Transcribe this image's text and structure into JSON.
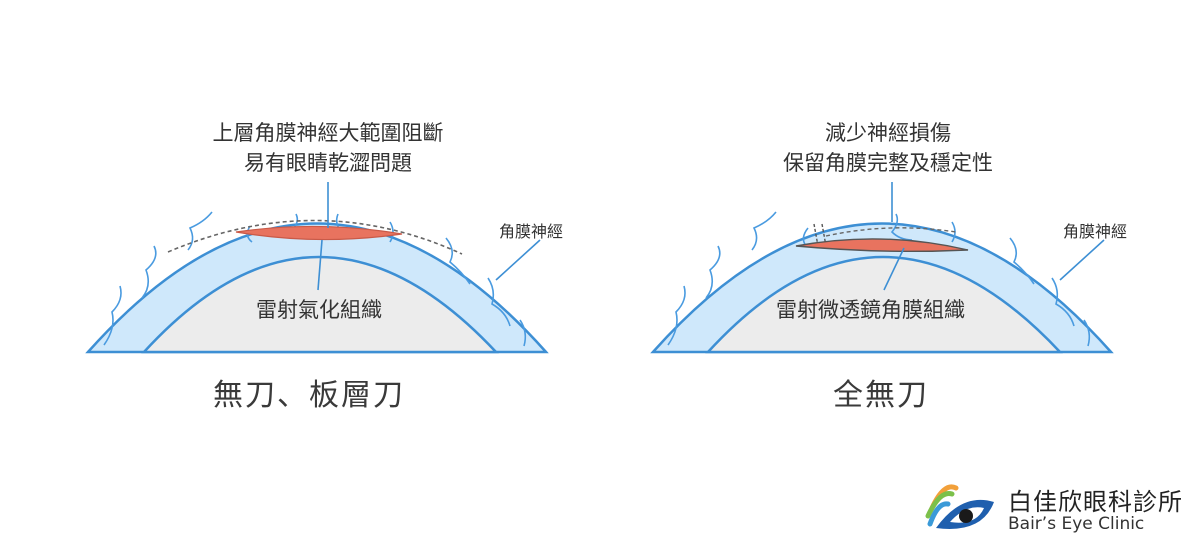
{
  "left": {
    "note_line1": "上層角膜神經大範圍阻斷",
    "note_line2": "易有眼睛乾澀問題",
    "tissue_label": "雷射氣化組織",
    "nerve_label": "角膜神經",
    "caption": "無刀、板層刀"
  },
  "right": {
    "note_line1": "減少神經損傷",
    "note_line2": "保留角膜完整及穩定性",
    "tissue_label": "雷射微透鏡角膜組織",
    "nerve_label": "角膜神經",
    "caption": "全無刀"
  },
  "logo": {
    "name_zh": "白佳欣眼科診所",
    "name_en": "Bair’s Eye Clinic"
  },
  "colors": {
    "cornea_fill": "#cfe8fb",
    "cornea_stroke": "#3d8fd4",
    "nerve": "#4a9be0",
    "inner": "#ececec",
    "laser": "#e8735f"
  }
}
